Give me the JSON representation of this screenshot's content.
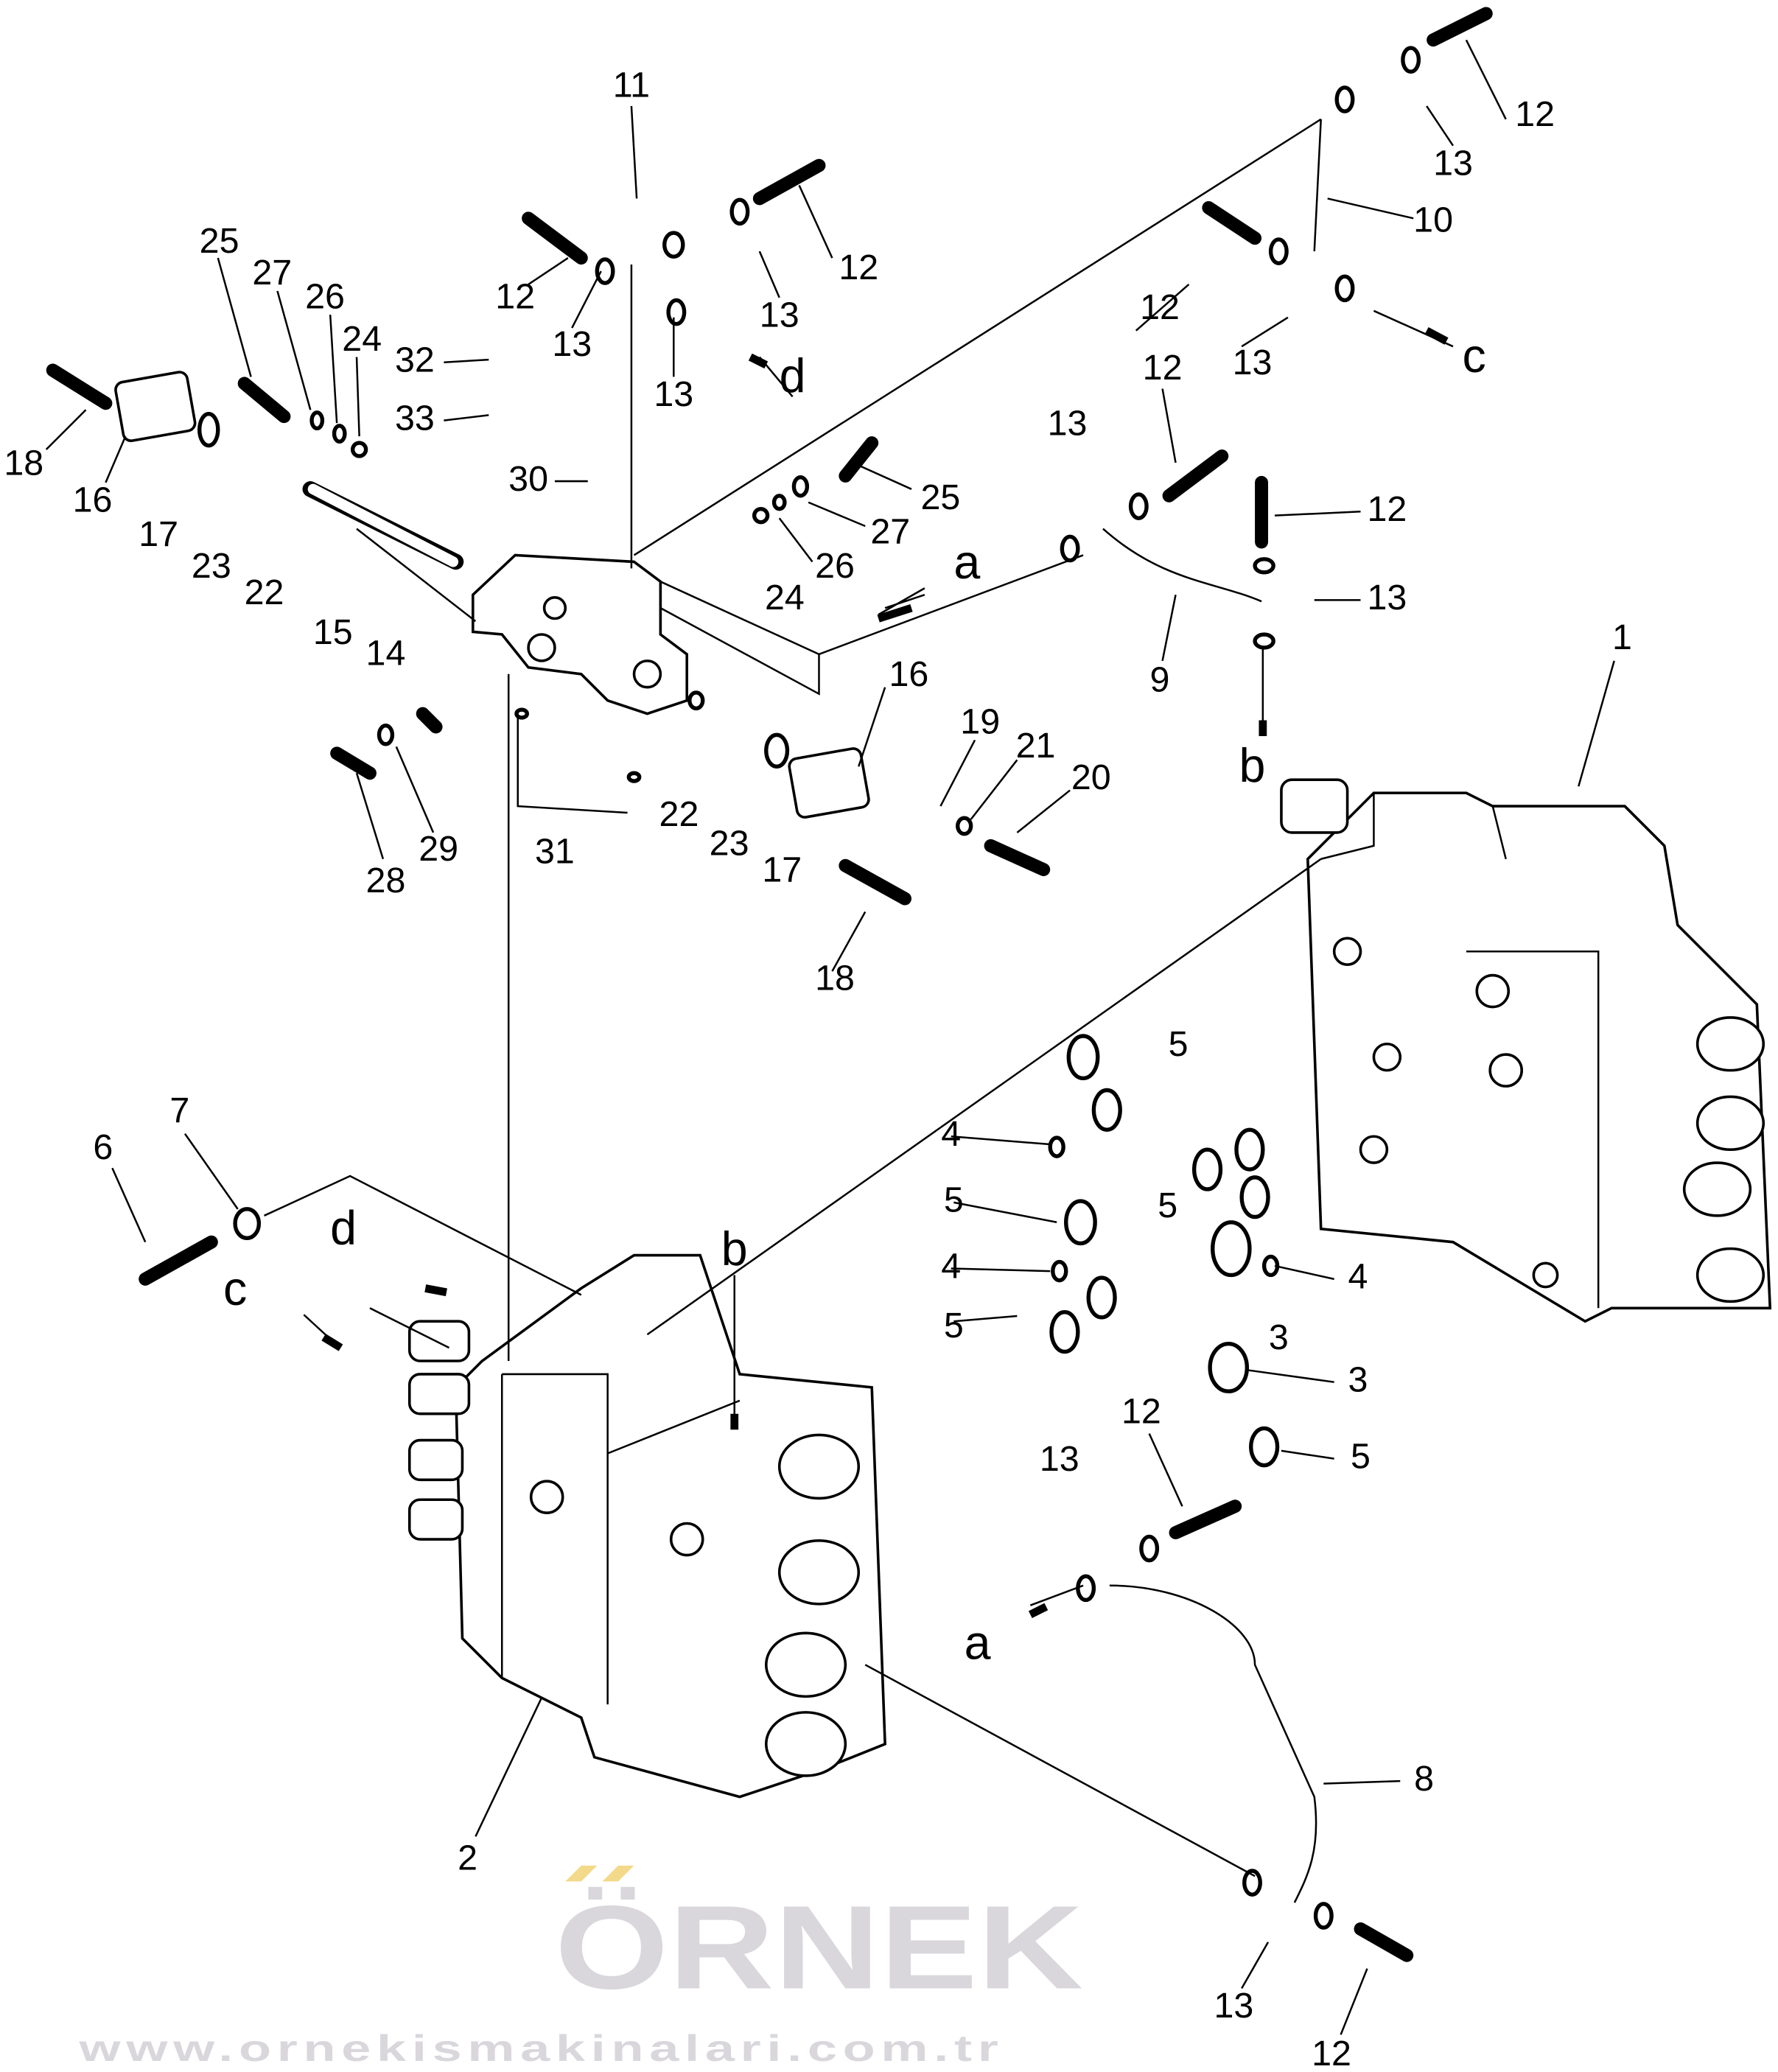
{
  "watermark": {
    "brand": "ÖRNEK",
    "url": "www.ornekismakinalari.com.tr",
    "accent_color": "#f3d98a",
    "text_color": "#d9d7dc"
  },
  "callouts": [
    "11",
    "12",
    "13",
    "10",
    "12",
    "13",
    "12",
    "13",
    "13",
    "d",
    "25",
    "27",
    "26",
    "24",
    "32",
    "33",
    "18",
    "16",
    "17",
    "23",
    "22",
    "15",
    "14",
    "30",
    "25",
    "27",
    "26",
    "24",
    "a",
    "12",
    "13",
    "c",
    "12",
    "13",
    "12",
    "13",
    "9",
    "b",
    "1",
    "16",
    "19",
    "21",
    "20",
    "28",
    "29",
    "31",
    "22",
    "23",
    "17",
    "18",
    "7",
    "6",
    "d",
    "c",
    "b",
    "5",
    "4",
    "5",
    "5",
    "4",
    "4",
    "5",
    "3",
    "3",
    "5",
    "12",
    "13",
    "a",
    "8",
    "2",
    "13",
    "12"
  ]
}
